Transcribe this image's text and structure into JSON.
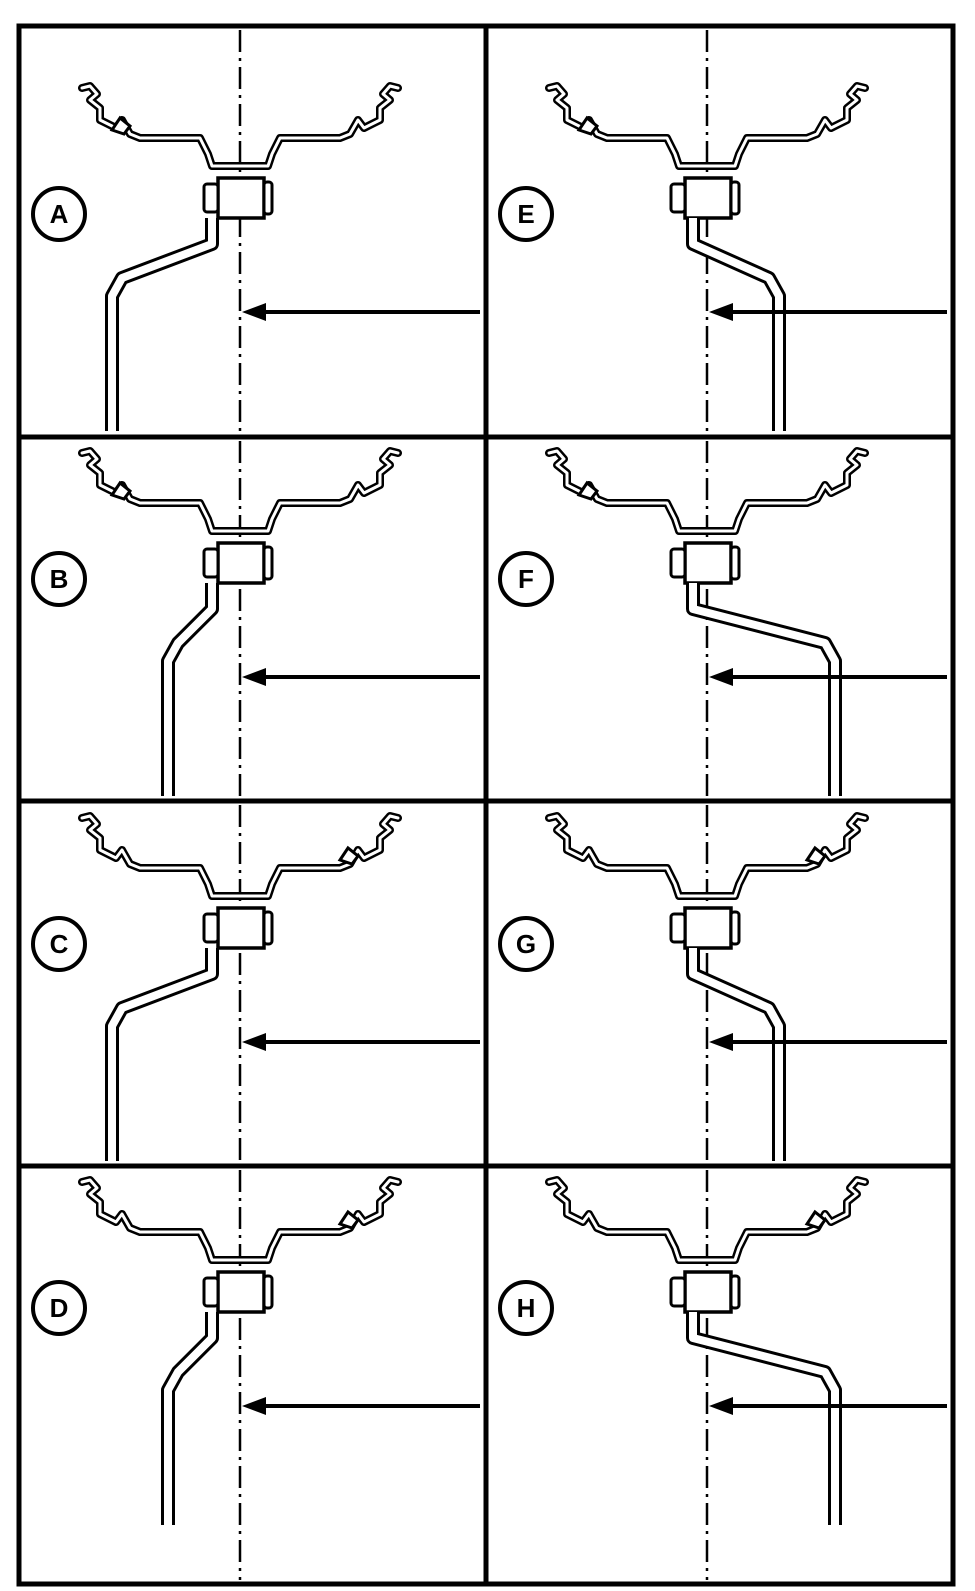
{
  "panels": [
    {
      "label": "A",
      "clip_side": "left",
      "arm_side": "left",
      "arm_length": "long"
    },
    {
      "label": "B",
      "clip_side": "left",
      "arm_side": "left",
      "arm_length": "short"
    },
    {
      "label": "C",
      "clip_side": "right",
      "arm_side": "left",
      "arm_length": "long"
    },
    {
      "label": "D",
      "clip_side": "right",
      "arm_side": "left",
      "arm_length": "short"
    },
    {
      "label": "E",
      "clip_side": "left",
      "arm_side": "right",
      "arm_length": "long"
    },
    {
      "label": "F",
      "clip_side": "left",
      "arm_side": "right",
      "arm_length": "short"
    },
    {
      "label": "G",
      "clip_side": "right",
      "arm_side": "right",
      "arm_length": "long"
    },
    {
      "label": "H",
      "clip_side": "right",
      "arm_side": "right",
      "arm_length": "short"
    }
  ],
  "colors": {
    "line": "#000000",
    "background": "#ffffff"
  }
}
